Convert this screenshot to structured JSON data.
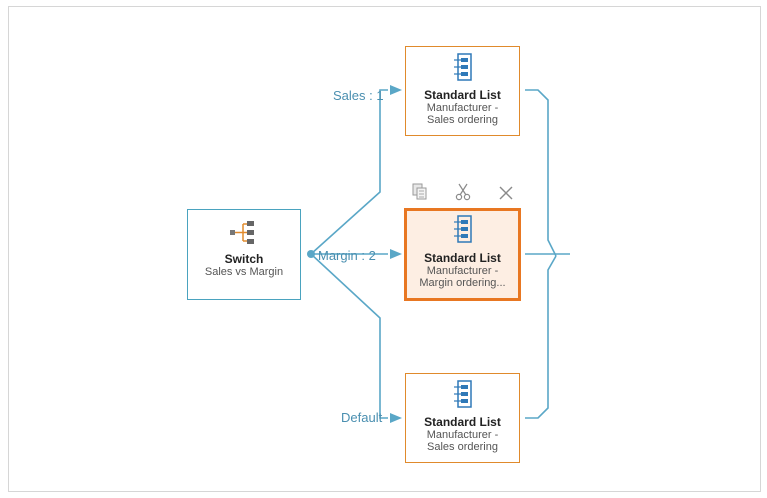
{
  "switch_node": {
    "title": "Switch",
    "subtitle": "Sales vs Margin",
    "icon": "switch-branch-icon"
  },
  "branches": [
    {
      "label": "Sales : 1"
    },
    {
      "label": "Margin : 2"
    },
    {
      "label": "Default"
    }
  ],
  "list_nodes": [
    {
      "title": "Standard List",
      "line1": "Manufacturer -",
      "line2": "Sales ordering",
      "selected": false
    },
    {
      "title": "Standard List",
      "line1": "Manufacturer -",
      "line2": "Margin ordering...",
      "selected": true
    },
    {
      "title": "Standard List",
      "line1": "Manufacturer -",
      "line2": "Sales ordering",
      "selected": false
    }
  ],
  "node_toolbar": {
    "actions": [
      "copy-icon",
      "cut-icon",
      "delete-icon"
    ]
  },
  "colors": {
    "connector": "#5aa7c7",
    "switch_border": "#4aa3bf",
    "list_border": "#e08a2c",
    "selected_border": "#e87722",
    "selected_fill": "#fdeee3",
    "icon_blue": "#2f79b8",
    "icon_orange": "#e08a2c"
  }
}
